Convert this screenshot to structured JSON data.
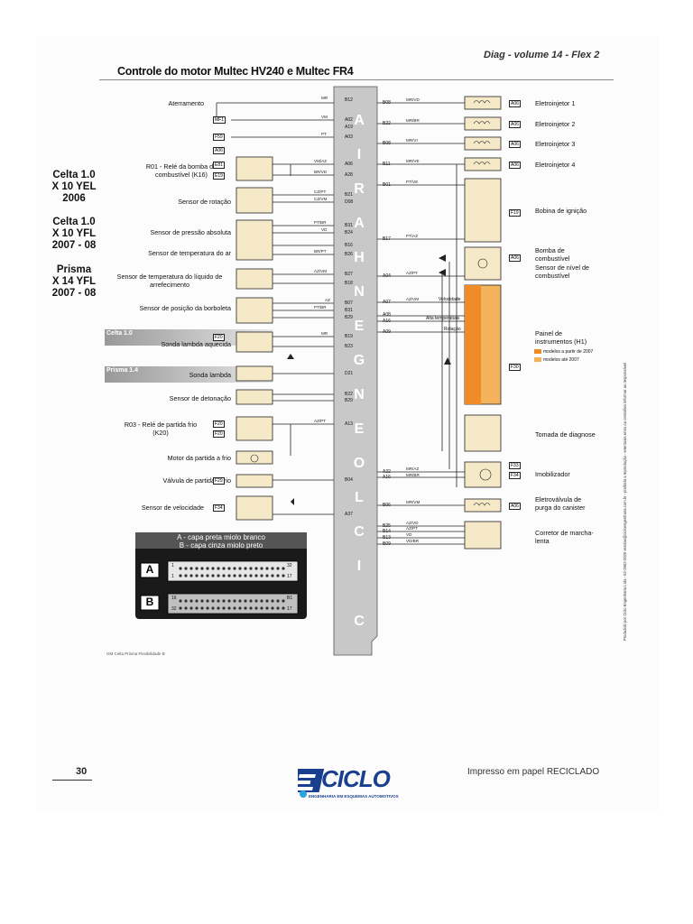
{
  "header": {
    "volume": "Diag - volume 14 - Flex 2",
    "title": "Controle do motor Multec HV240 e Multec FR4"
  },
  "models": [
    {
      "line1": "Celta 1.0",
      "line2": "X 10 YEL",
      "line3": "2006"
    },
    {
      "line1": "Celta 1.0",
      "line2": "X 10 YFL",
      "line3": "2007 - 08"
    },
    {
      "line1": "Prisma",
      "line2": "X 14 YFL",
      "line3": "2007 - 08"
    }
  ],
  "left_components": [
    "Aterramento",
    "R01 - Relé da bomba de combustível (K16)",
    "Sensor de rotação",
    "Sensor de pressão absoluta",
    "Sensor de temperatura do ar",
    "Sensor de temperatura do líquido de arrefecimento",
    "Sensor de posição da borboleta",
    "Sonda lambda aquecida",
    "Sonda lambda",
    "Sensor de detonação",
    "R03 - Relé de partida frio (K20)",
    "Motor da partida a frio",
    "Válvula de partida a frio",
    "Sensor de velocidade"
  ],
  "bands": {
    "celta": "Celta 1.0",
    "prisma": "Prisma 1.4"
  },
  "right_components": [
    "Eletroinjetor 1",
    "Eletroinjetor 2",
    "Eletroinjetor 3",
    "Eletroinjetor 4",
    "Bobina de ignição",
    "Bomba de combustível",
    "Sensor de nível de combustível",
    "Painel de instrumentos (H1)",
    "Tomada de diagnose",
    "Imobilizador",
    "Eletroválvula de purga do canister",
    "Corretor de marcha-lenta"
  ],
  "panel_legend": [
    "modelos a partir de 2007",
    "modelos até 2007"
  ],
  "panel_signals": [
    "Velocidade",
    "Alta temperatura",
    "Rotação"
  ],
  "ecu_brand_letters": [
    "C",
    "I",
    "C",
    "L",
    "O",
    "E",
    "N",
    "G",
    "E",
    "N",
    "H",
    "A",
    "R",
    "I",
    "A"
  ],
  "ecu_pins_left": [
    "B12",
    "A02",
    "A19",
    "A03",
    "A06",
    "A28",
    "B21",
    "D08",
    "B31",
    "B24",
    "B16",
    "B26",
    "B27",
    "B18",
    "B07",
    "B31",
    "B29",
    "B19",
    "B23",
    "D21",
    "B22",
    "B29",
    "A13",
    "B04",
    "A37"
  ],
  "ecu_pins_right": [
    "B08",
    "B22",
    "B08",
    "B11",
    "B01",
    "B17",
    "A04",
    "A07",
    "A08",
    "A16",
    "A09",
    "A32",
    "A16",
    "B06",
    "B25",
    "B14",
    "B13",
    "B09"
  ],
  "wire_colors": [
    "MR",
    "VM",
    "PT",
    "VM/AZ",
    "BR/VD",
    "CZ/PT",
    "CZ/VM",
    "PT/BR",
    "VD",
    "BR/PT",
    "AZ/VM",
    "AZ",
    "PT/BR",
    "MR",
    "AZ/PT",
    "MR/VD",
    "MR/BR",
    "MR/VI",
    "MR/VE",
    "PT/VE",
    "PT/AZ",
    "AZ/PT",
    "AZ/VM",
    "MR/AZ",
    "MR/BR",
    "MR/VM",
    "AZ/VD",
    "AZ/PT",
    "VD",
    "VD/BR"
  ],
  "connectors": {
    "legend_a": "A - capa preta miolo branco",
    "legend_b": "B - capa cinza miolo preto",
    "a_label": "A",
    "b_label": "B",
    "a_pins_top": [
      "1",
      "32"
    ],
    "a_pins_bottom": [
      "1",
      "17"
    ],
    "b_pins_top": [
      "16",
      "B1"
    ],
    "b_pins_bottom": [
      "32",
      "17"
    ]
  },
  "fuse_tags": [
    "MF1",
    "F59",
    "A06",
    "E81",
    "E19",
    "F20",
    "F20",
    "F20",
    "F29",
    "F34",
    "A06",
    "A06",
    "A06",
    "A06",
    "F19",
    "A06",
    "F30",
    "F33",
    "F34",
    "A06"
  ],
  "small_caption": "GM Celta Prisma Flexibilidade B",
  "side_credit": "Produzido por Ciclo Engenharia Ltda - 62-2962-2000 vendas@cicloengenharia.com.br - proibida a reprodução - eventuais erros ou omissões informar ao responsável",
  "footer": {
    "page_number": "30",
    "brand": "CICLO",
    "brand_tagline": "ENGENHARIA EM ESQUEMAS AUTOMOTIVOS",
    "recycled": "Impresso em papel RECICLADO"
  },
  "colors": {
    "component_fill": "#f5e9c8",
    "ecu_fill": "#c8c8c8",
    "panel_orange": "#f4a460",
    "brand_blue": "#1a3f8f",
    "legend_orange1": "#f08c28",
    "legend_orange2": "#f4b25c"
  }
}
